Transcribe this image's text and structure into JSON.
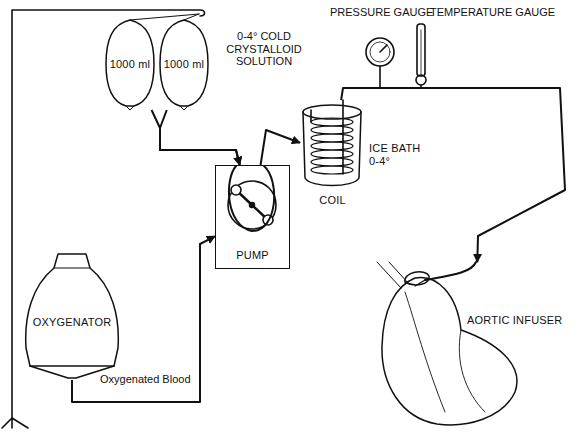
{
  "diagram": {
    "nodes": [
      {
        "text": [
          "1000 ml"
        ]
      },
      {
        "text": [
          "1000 ml"
        ]
      },
      {
        "text": [
          "PUMP"
        ]
      },
      {
        "text": [
          "OXYGENATOR"
        ]
      },
      {
        "text": [
          "COIL",
          "ICE BATH 0-4°"
        ]
      },
      {
        "text": [
          "AORTIC INFUSER"
        ]
      }
    ],
    "edges": [
      {
        "from": 0,
        "to": 2,
        "arrow": "to"
      },
      {
        "from": 1,
        "to": 2,
        "arrow": "to"
      },
      {
        "from": 3,
        "to": 2,
        "label": "Oxygenated Blood",
        "arrow": "to"
      },
      {
        "from": 2,
        "to": 4,
        "arrow": "to"
      },
      {
        "from": 4,
        "to": 5,
        "arrow": "to"
      }
    ],
    "labels": [
      "0-4° COLD CRYSTALLOID SOLUTION",
      "PRESSURE GAUGE",
      "TEMPERATURE GAUGE"
    ]
  }
}
